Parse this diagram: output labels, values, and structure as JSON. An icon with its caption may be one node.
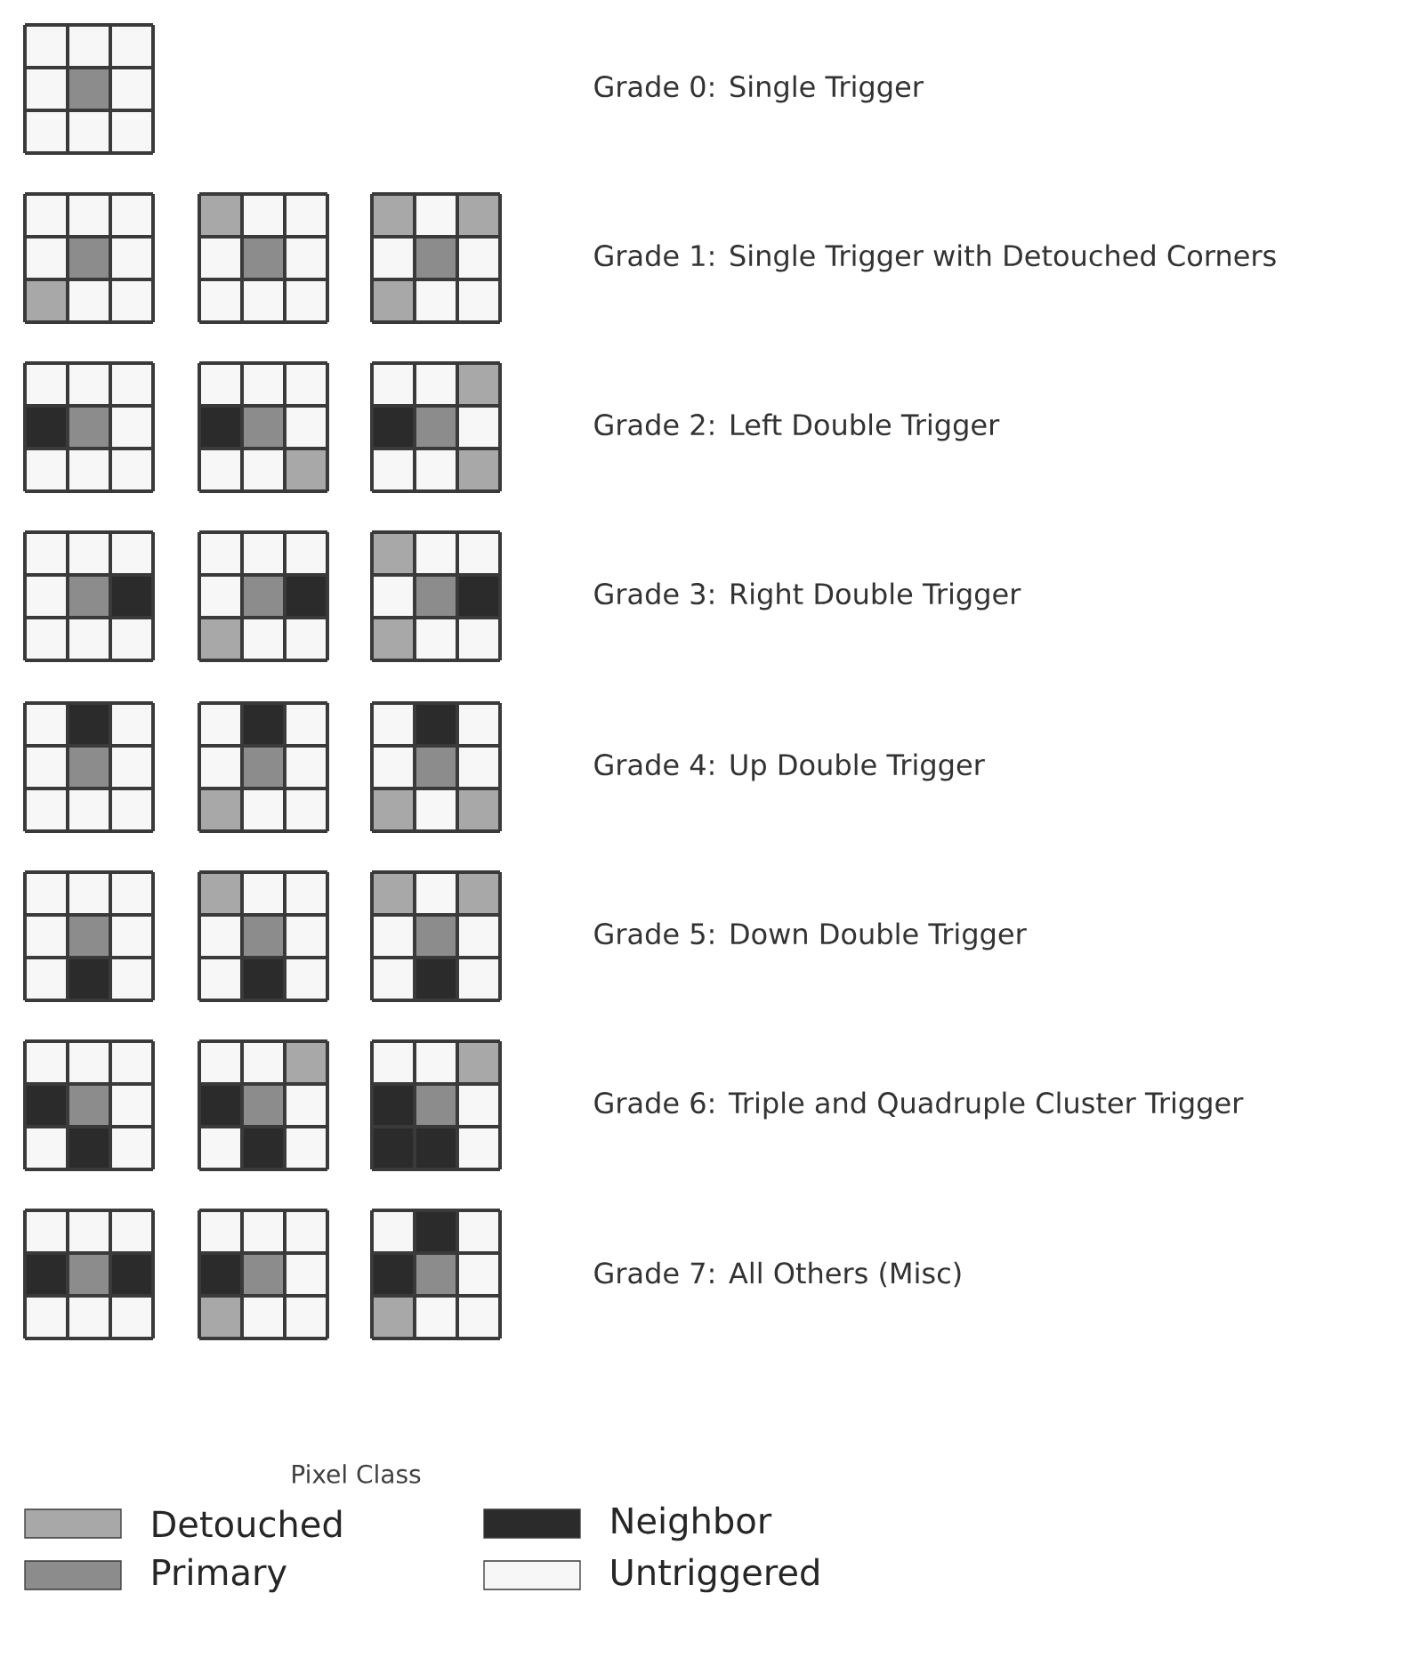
{
  "diagram": {
    "labels": [
      "Grade 0: Single Trigger",
      "Grade 1: Single Trigger with Detouched Corners",
      "Grade 2: Left Double Trigger",
      "Grade 3: Right Double Trigger",
      "Grade 4: Up Double Trigger",
      "Grade 5: Down Double Trigger",
      "Grade 6: Triple and Quadruple Cluster Trigger",
      "Grade 7: All Others (Misc)",
      "Pixel Class"
    ],
    "legend": [
      {
        "text": "Detouched",
        "color": "#a8a8a8"
      },
      {
        "text": "Primary",
        "color": "#8c8c8c"
      },
      {
        "text": "Neighbor",
        "color": "#2b2b2b"
      },
      {
        "text": "Untriggered",
        "color": "#f7f7f7"
      }
    ]
  }
}
